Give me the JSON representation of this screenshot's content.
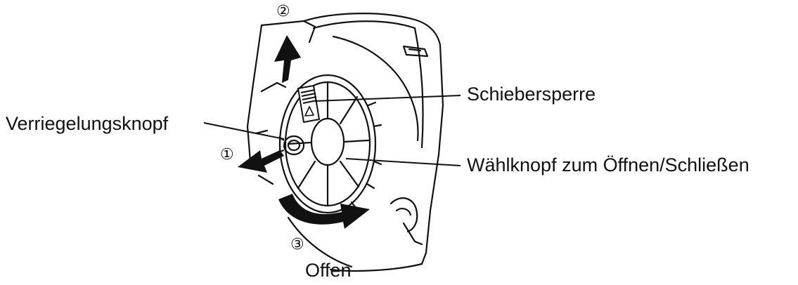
{
  "labels": {
    "lock_button": "Verriegelungsknopf",
    "slide_lock": "Schiebersperre",
    "dial": "Wählknopf zum Öffnen/Schließen",
    "open": "Offen"
  },
  "steps": {
    "one": "①",
    "two": "②",
    "three": "③"
  },
  "colors": {
    "line": "#111111",
    "background": "#ffffff"
  }
}
